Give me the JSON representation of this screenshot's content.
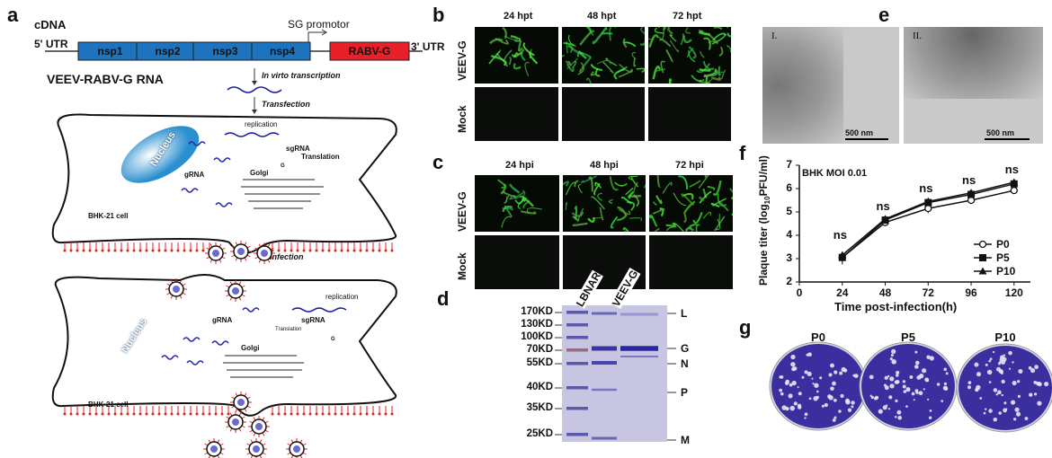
{
  "panel_labels": [
    "a",
    "b",
    "c",
    "d",
    "e",
    "f",
    "g"
  ],
  "panel_a": {
    "cdna": "cDNA",
    "utr5": "5' UTR",
    "utr3": "3' UTR",
    "genes": [
      "nsp1",
      "nsp2",
      "nsp3",
      "nsp4"
    ],
    "sg_promotor": "SG promotor",
    "insert": "RABV-G",
    "rna_title": "VEEV-RABV-G RNA",
    "step1": "In virto transcription",
    "step2": "Transfection",
    "step3": "Infection",
    "cell1": {
      "nucleus": "Nucleus",
      "replication": "replication",
      "grna": "gRNA",
      "sgrna": "sgRNA",
      "translation": "Translation",
      "golgi": "Golgi",
      "g": "G",
      "cell": "BHK-21 cell"
    },
    "cell2": {
      "nucleus": "Nucleus",
      "replication": "replication",
      "grna": "gRNA",
      "sgrna": "sgRNA",
      "translation": "Translation",
      "golgi": "Golgi",
      "g": "G",
      "cell": "BHK-21 cell"
    },
    "colors": {
      "nsp": "#1e73be",
      "insert": "#e8202a",
      "rna": "#1a1aa0",
      "glyco": "#e02020"
    }
  },
  "panel_b": {
    "columns": [
      "24 hpt",
      "48 hpt",
      "72 hpt"
    ],
    "rows": [
      "VEEV-G",
      "Mock"
    ]
  },
  "panel_c": {
    "columns": [
      "24 hpi",
      "48 hpi",
      "72 hpi"
    ],
    "rows": [
      "VEEV-G",
      "Mock"
    ]
  },
  "panel_d": {
    "lanes": [
      "LBNAR",
      "VEEV-G"
    ],
    "markers": [
      "170KD",
      "130KD",
      "100KD",
      "70KD",
      "55KD",
      "40KD",
      "35KD",
      "25KD"
    ],
    "bands": [
      "L",
      "G",
      "N",
      "P",
      "M"
    ]
  },
  "panel_e": {
    "images": [
      "I.",
      "II."
    ],
    "scale": "500 nm"
  },
  "chart_data": {
    "type": "line",
    "title": "BHK MOI 0.01",
    "xlabel": "Time post-infection(h)",
    "ylabel": "Plaque titer (log10PFU/ml)",
    "ylabel_parts": [
      "Plaque titer (log",
      "10",
      "PFU/ml)"
    ],
    "x": [
      24,
      48,
      72,
      96,
      120
    ],
    "x_ticks": [
      "0",
      "24",
      "48",
      "72",
      "96",
      "120"
    ],
    "y_ticks": [
      "2",
      "3",
      "4",
      "5",
      "6",
      "7"
    ],
    "xlim": [
      0,
      130
    ],
    "ylim": [
      2,
      7
    ],
    "series": [
      {
        "name": "P0",
        "marker": "open-circle",
        "values": [
          3.05,
          4.55,
          5.15,
          5.5,
          5.92
        ]
      },
      {
        "name": "P5",
        "marker": "square",
        "values": [
          3.05,
          4.65,
          5.4,
          5.75,
          6.2
        ]
      },
      {
        "name": "P10",
        "marker": "triangle",
        "values": [
          3.15,
          4.7,
          5.45,
          5.82,
          6.27
        ]
      }
    ],
    "annotations": [
      "ns",
      "ns",
      "ns",
      "ns",
      "ns"
    ],
    "legend": "bottom-right"
  },
  "panel_g": {
    "plates": [
      "P0",
      "P5",
      "P10"
    ],
    "color": "#3b2fa0"
  }
}
